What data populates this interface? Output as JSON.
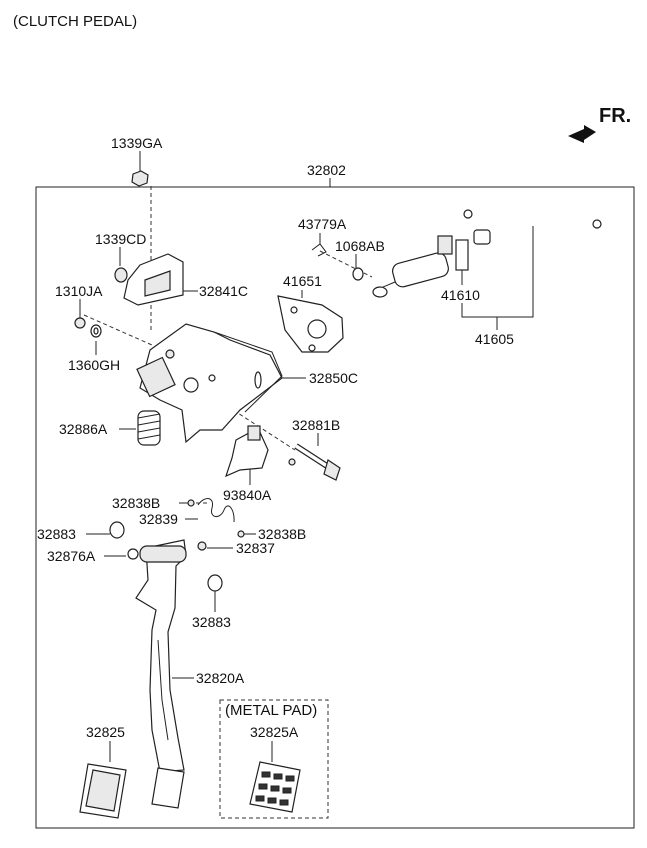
{
  "diagram": {
    "title": "(CLUTCH PEDAL)",
    "direction_label": "FR.",
    "group_label": "32802",
    "metal_pad_label": "(METAL PAD)",
    "parts": [
      {
        "id": "p1339GA",
        "code": "1339GA"
      },
      {
        "id": "p1339CD",
        "code": "1339CD"
      },
      {
        "id": "p32841C",
        "code": "32841C"
      },
      {
        "id": "p1310JA",
        "code": "1310JA"
      },
      {
        "id": "p1360GH",
        "code": "1360GH"
      },
      {
        "id": "p32850C",
        "code": "32850C"
      },
      {
        "id": "p32886A",
        "code": "32886A"
      },
      {
        "id": "p43779A",
        "code": "43779A"
      },
      {
        "id": "p1068AB",
        "code": "1068AB"
      },
      {
        "id": "p41651",
        "code": "41651"
      },
      {
        "id": "p41610",
        "code": "41610"
      },
      {
        "id": "p41605",
        "code": "41605"
      },
      {
        "id": "p32881B",
        "code": "32881B"
      },
      {
        "id": "p93840A",
        "code": "93840A"
      },
      {
        "id": "p32838B_a",
        "code": "32838B"
      },
      {
        "id": "p32839",
        "code": "32839"
      },
      {
        "id": "p32883_a",
        "code": "32883"
      },
      {
        "id": "p32838B_b",
        "code": "32838B"
      },
      {
        "id": "p32876A",
        "code": "32876A"
      },
      {
        "id": "p32837",
        "code": "32837"
      },
      {
        "id": "p32883_b",
        "code": "32883"
      },
      {
        "id": "p32820A",
        "code": "32820A"
      },
      {
        "id": "p32825",
        "code": "32825"
      },
      {
        "id": "p32825A",
        "code": "32825A"
      }
    ]
  }
}
